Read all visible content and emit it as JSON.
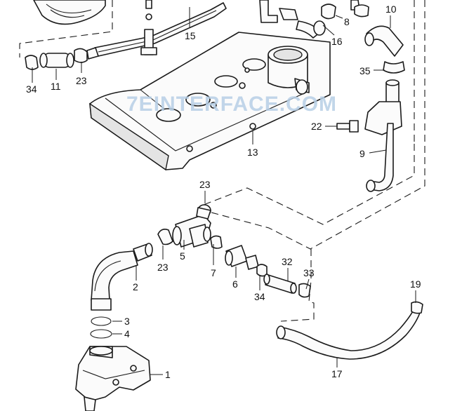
{
  "watermark": "7EINTERFACE.COM",
  "callouts": [
    {
      "id": "c1",
      "label": "1"
    },
    {
      "id": "c2",
      "label": "2"
    },
    {
      "id": "c3",
      "label": "3"
    },
    {
      "id": "c4",
      "label": "4"
    },
    {
      "id": "c5",
      "label": "5"
    },
    {
      "id": "c6",
      "label": "6"
    },
    {
      "id": "c7",
      "label": "7"
    },
    {
      "id": "c8",
      "label": "8"
    },
    {
      "id": "c9",
      "label": "9"
    },
    {
      "id": "c10",
      "label": "10"
    },
    {
      "id": "c11",
      "label": "11"
    },
    {
      "id": "c13",
      "label": "13"
    },
    {
      "id": "c15",
      "label": "15"
    },
    {
      "id": "c16",
      "label": "16"
    },
    {
      "id": "c17",
      "label": "17"
    },
    {
      "id": "c19",
      "label": "19"
    },
    {
      "id": "c22",
      "label": "22"
    },
    {
      "id": "c23a",
      "label": "23"
    },
    {
      "id": "c23b",
      "label": "23"
    },
    {
      "id": "c23c",
      "label": "23"
    },
    {
      "id": "c32",
      "label": "32"
    },
    {
      "id": "c33",
      "label": "33"
    },
    {
      "id": "c34a",
      "label": "34"
    },
    {
      "id": "c34b",
      "label": "34"
    },
    {
      "id": "c35",
      "label": "35"
    }
  ]
}
